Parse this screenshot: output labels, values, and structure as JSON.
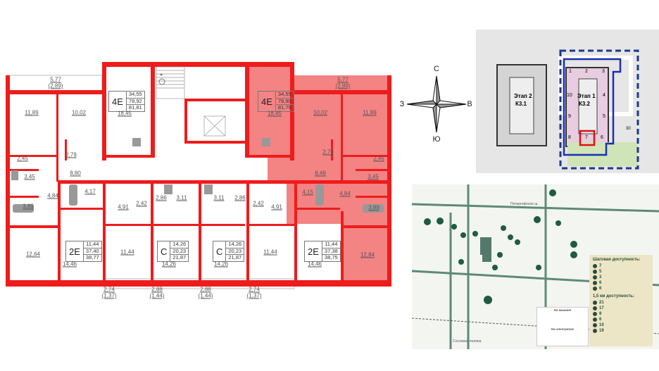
{
  "floor_plan": {
    "apartments": [
      {
        "type": "4E",
        "areas": [
          "34,55",
          "78,92",
          "81,81"
        ],
        "highlighted": false
      },
      {
        "type": "4E",
        "areas": [
          "34,55",
          "78,90",
          "81,79"
        ],
        "highlighted": true
      },
      {
        "type": "2E",
        "areas": [
          "11,44",
          "37,40",
          "38,77"
        ],
        "highlighted": false
      },
      {
        "type": "C",
        "areas": [
          "14,26",
          "20,23",
          "21,87"
        ],
        "highlighted": false
      },
      {
        "type": "C",
        "areas": [
          "14,26",
          "20,23",
          "21,87"
        ],
        "highlighted": false
      },
      {
        "type": "2E",
        "areas": [
          "11,44",
          "37,38",
          "38,75"
        ],
        "highlighted": false
      }
    ],
    "rooms_left": [
      "5,77",
      "(2,89)",
      "11,89",
      "10,02",
      "18,45",
      "2,79",
      "2,45",
      "8,80",
      "3,45",
      "4,84",
      "4,17",
      "3,89",
      "4,91",
      "2,42",
      "2,86",
      "3,11",
      "12,64",
      "14,46",
      "11,44",
      "14,26"
    ],
    "rooms_right": [
      "5,77",
      "(2,89)",
      "10,02",
      "11,89",
      "18,45",
      "2,79",
      "2,45",
      "8,48",
      "3,45",
      "4,84",
      "4,15",
      "3,89",
      "3,11",
      "2,86",
      "2,42",
      "4,91",
      "14,26",
      "11,44",
      "14,46",
      "12,84"
    ],
    "balconies_bottom": [
      {
        "area": "2,74",
        "reduced": "(1,37)"
      },
      {
        "area": "2,88",
        "reduced": "(1,44)"
      },
      {
        "area": "2,88",
        "reduced": "(1,44)"
      },
      {
        "area": "2,74",
        "reduced": "(1,37)"
      }
    ],
    "wall_color": "#ee1c1c",
    "highlight_color": "#f26d6d"
  },
  "compass": {
    "north": "С",
    "west": "З",
    "east": "В",
    "south": "Ю"
  },
  "site_plan": {
    "stage2": {
      "label": "Этап 2",
      "building": "К3.1"
    },
    "stage1": {
      "label": "Этап 1",
      "building": "К3.2"
    },
    "sections": [
      "1",
      "2",
      "3",
      "4",
      "5",
      "6",
      "7",
      "8",
      "9",
      "10"
    ],
    "selected_section": "7",
    "extra_label": "30"
  },
  "map": {
    "roads": [
      "Петергофское ш.",
      "Сосновая поляна"
    ],
    "transport": {
      "car_title": "На машине",
      "train_title": "На электричке"
    },
    "legend": {
      "walking_title": "Шаговая доступность:",
      "walking_counts": [
        "7",
        "5",
        "3",
        "6",
        "6"
      ],
      "radius_title": "1,5 км доступность:",
      "radius_counts": [
        "21",
        "17",
        "8",
        "6",
        "10",
        "19"
      ]
    }
  }
}
